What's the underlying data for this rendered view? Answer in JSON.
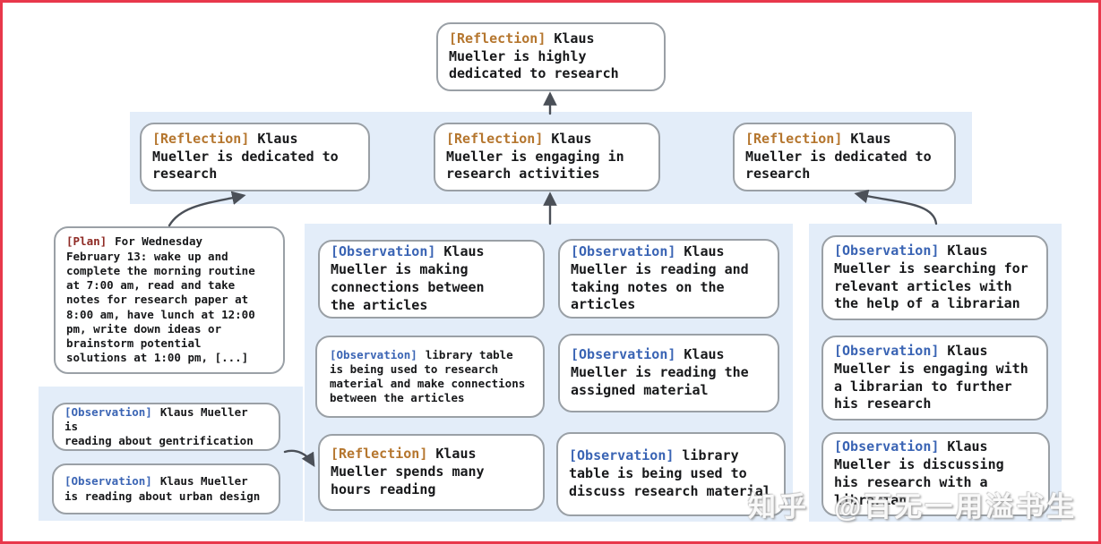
{
  "colors": {
    "frame": "#e8384b",
    "band": "#e3edf9",
    "boxborder": "#9aa0a6",
    "arrow": "#4b5058",
    "reflection": "#b5762e",
    "observation": "#3a64b4",
    "plan": "#8e2a24",
    "text": "#17181a"
  },
  "nodes": {
    "root": {
      "tag": "[Reflection]",
      "text": "Klaus\nMueller is highly\ndedicated to research"
    },
    "ref_left": {
      "tag": "[Reflection]",
      "text": "Klaus\nMueller is dedicated to\nresearch"
    },
    "ref_mid": {
      "tag": "[Reflection]",
      "text": "Klaus\nMueller is engaging in\nresearch activities"
    },
    "ref_right": {
      "tag": "[Reflection]",
      "text": "Klaus\nMueller is dedicated to\nresearch"
    },
    "plan": {
      "tag": "[Plan]",
      "text": "For Wednesday\nFebruary 13: wake up and\ncomplete the morning routine\nat 7:00 am, read and take\nnotes for research paper at\n8:00 am, have lunch at 12:00\npm, write down ideas or\nbrainstorm potential\nsolutions at 1:00 pm, [...]"
    },
    "obs_gentrification": {
      "tag": "[Observation]",
      "text": "Klaus Mueller is\nreading about gentrification"
    },
    "obs_urban": {
      "tag": "[Observation]",
      "text": "Klaus Mueller\nis reading about urban design"
    },
    "obs_connections": {
      "tag": "[Observation]",
      "text": "Klaus\nMueller is making\nconnections between\nthe articles"
    },
    "obs_notes": {
      "tag": "[Observation]",
      "text": "Klaus\nMueller is reading and\ntaking notes on the\narticles"
    },
    "obs_library_research": {
      "tag": "[Observation]",
      "text": "library table\nis being used to research\nmaterial and make connections\nbetween the articles"
    },
    "obs_assigned": {
      "tag": "[Observation]",
      "text": "Klaus\nMueller is reading the\nassigned material"
    },
    "ref_hours": {
      "tag": "[Reflection]",
      "text": "Klaus\nMueller spends many\nhours reading"
    },
    "obs_library_discuss": {
      "tag": "[Observation]",
      "text": "library\ntable is being used to\ndiscuss research material"
    },
    "obs_searching": {
      "tag": "[Observation]",
      "text": "Klaus\nMueller is searching for\nrelevant articles with\nthe help of a librarian"
    },
    "obs_engaging": {
      "tag": "[Observation]",
      "text": "Klaus\nMueller is engaging with\na librarian to further\nhis research"
    },
    "obs_discussing": {
      "tag": "[Observation]",
      "text": "Klaus\nMueller is discussing\nhis research with a\nlibrarian"
    }
  },
  "watermark": {
    "site": "知乎",
    "handle": "@百无一用溢书生"
  }
}
